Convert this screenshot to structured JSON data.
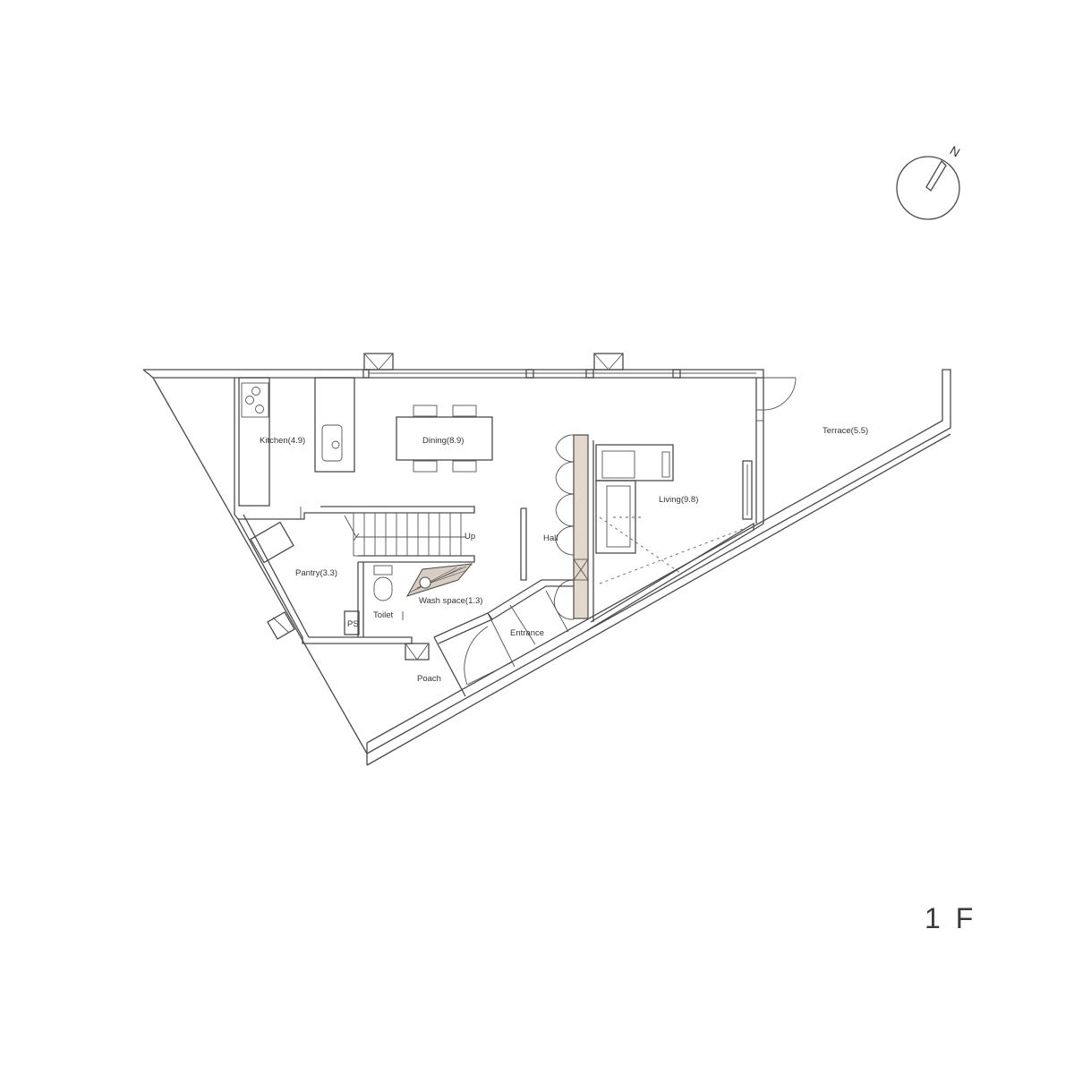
{
  "compass": {
    "north_label": "N"
  },
  "floor_label": "1 F",
  "rooms": {
    "kitchen": "Kitchen(4.9)",
    "dining": "Dining(8.9)",
    "living": "Living(9.8)",
    "terrace": "Terrace(5.5)",
    "pantry": "Pantry(3.3)",
    "stair": "Up",
    "hall": "Hall",
    "wash": "Wash space(1.3)",
    "toilet": "Toilet",
    "ps": "PS",
    "entrance": "Entrance",
    "poach": "Poach"
  },
  "colors": {
    "wall": "#4a4a4a",
    "storage_fill": "#e3d8cc",
    "background": "#ffffff"
  }
}
